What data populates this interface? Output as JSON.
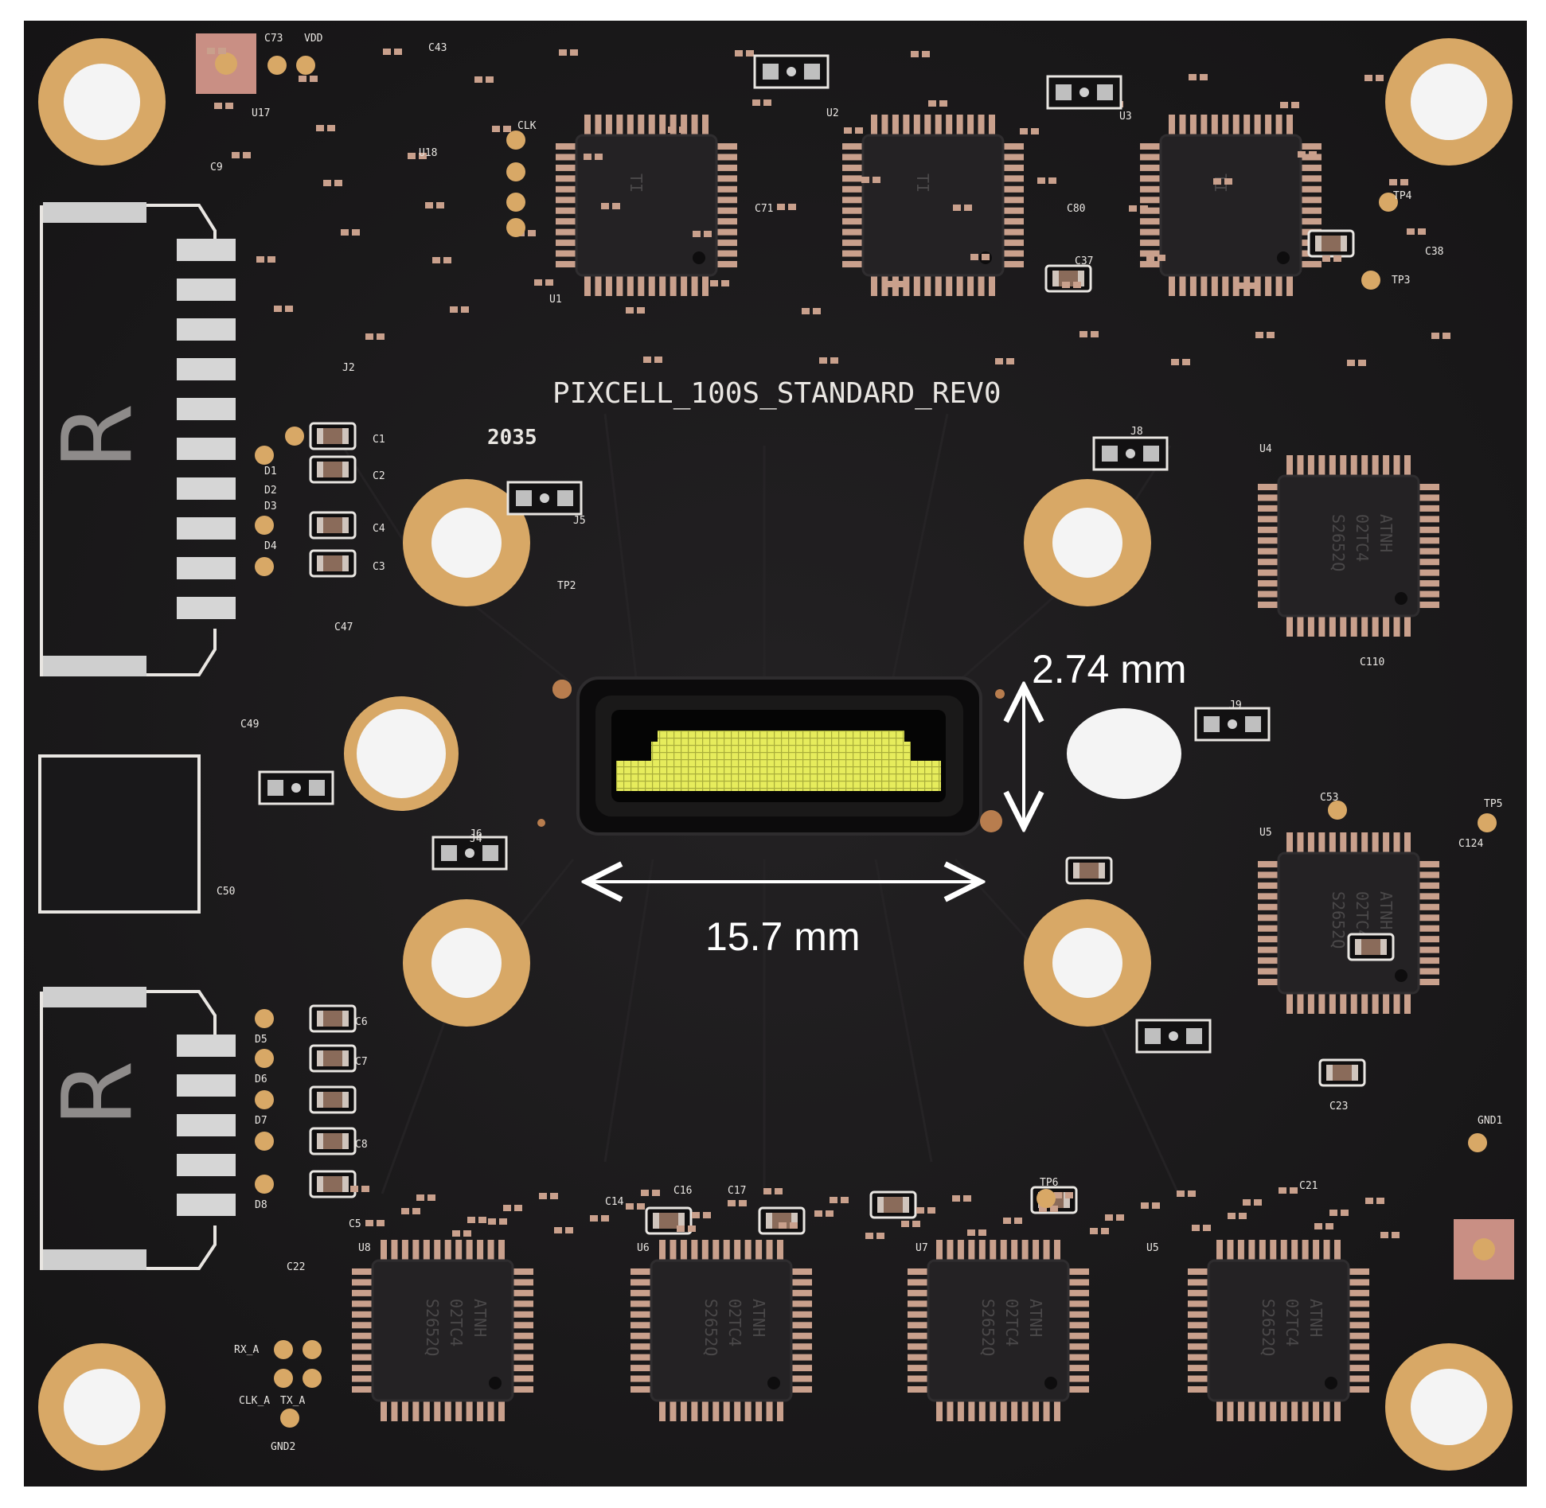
{
  "board": {
    "name_silkscreen": "PIXCELL_100S_STANDARD_REV0",
    "date_code": "2035",
    "connector_mark": "R",
    "colors": {
      "pcb": "#1b1a1b",
      "pad_gold": "#d8a866",
      "hole": "#f4f4f4",
      "silkscreen": "#e9e6e2",
      "sensor_pixels": "#e6ec5c",
      "test_pad": "#c98f84"
    }
  },
  "dimensions": {
    "height_label": "2.74 mm",
    "width_label": "15.7 mm"
  },
  "chip_markings": {
    "top_row": [
      "TI",
      "TI",
      "TI"
    ],
    "side_right": [
      "S2652Q 02TC4 ATNH",
      "S2652Q 02TC4 ATNH"
    ],
    "bottom_row": [
      "S2652Q 02TC4 ATNH",
      "S2652Q 02TC4 ATNH",
      "S2652Q 02TC4 ATNH",
      "S2652Q 02TC4 ATNH"
    ]
  },
  "ref_labels": {
    "top_left": [
      "C73",
      "VDD",
      "U17",
      "U18",
      "C9",
      "C43",
      "CLK"
    ],
    "top": [
      "U1",
      "U2",
      "U3",
      "C71",
      "C80",
      "C37",
      "TP4",
      "TP3",
      "C38"
    ],
    "left": [
      "C1",
      "C2",
      "C4",
      "C3",
      "D1",
      "D2",
      "D3",
      "D4",
      "J2",
      "C47",
      "C49",
      "C50"
    ],
    "center": [
      "TP2",
      "J5",
      "J6",
      "J4"
    ],
    "right": [
      "U4",
      "U5",
      "J8",
      "J9",
      "C53",
      "C110",
      "TP5",
      "C124"
    ],
    "bottom_left": [
      "C5",
      "C6",
      "C7",
      "C8",
      "D5",
      "D6",
      "D7",
      "D8",
      "RX_A",
      "CLK_A",
      "TX_A",
      "GND2",
      "C22"
    ],
    "bottom": [
      "U8",
      "U6",
      "U7",
      "U5",
      "C14",
      "C16",
      "C17",
      "TP6",
      "C21",
      "C23",
      "GND1"
    ]
  }
}
